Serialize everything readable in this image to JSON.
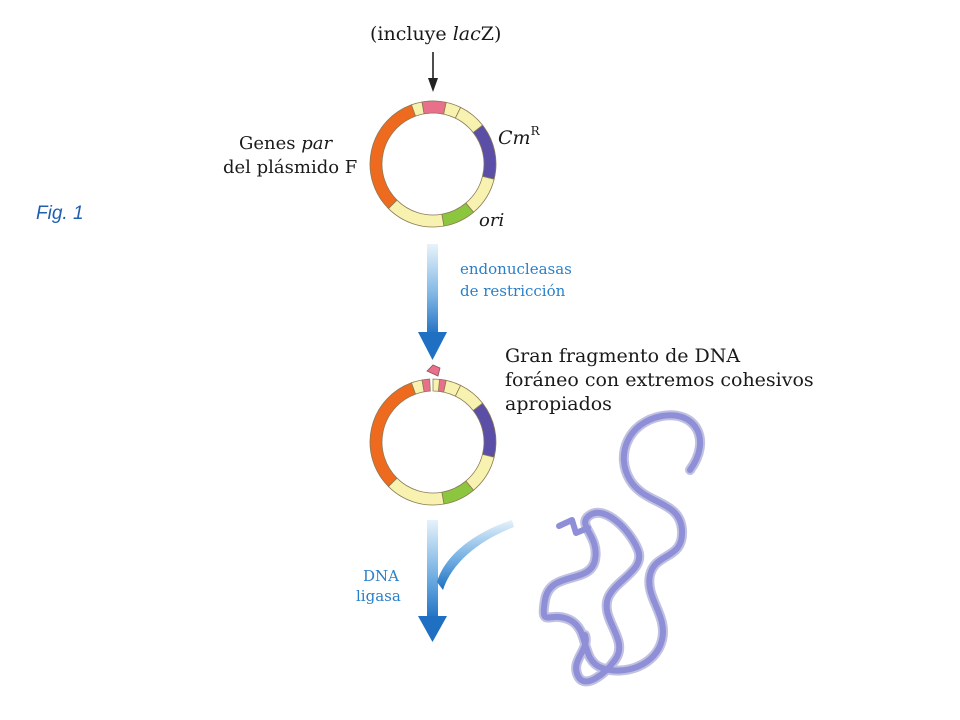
{
  "figure_label": "Fig. 1",
  "top_label": {
    "prefix": "(incluye ",
    "gene": "lac",
    "gene_suffix": "Z",
    "close": ")"
  },
  "plasmid_labels": {
    "par_line1_a": "Genes ",
    "par_line1_b": "par",
    "par_line2": "del plásmido F",
    "resistance_main": "Cm",
    "resistance_sup": "R",
    "origin": "ori"
  },
  "step1": {
    "line1": "endonucleasas",
    "line2": "de restricción"
  },
  "fragment_label": {
    "line1": "Gran fragmento de DNA",
    "line2": "foráneo con extremos cohesivos",
    "line3": "apropiados"
  },
  "step2": {
    "line1": "DNA",
    "line2": "ligasa"
  },
  "colors": {
    "orange_segment": "#ee6a1f",
    "pink_segment": "#e8708a",
    "yellow_segment": "#f8f2b0",
    "purple_segment": "#5b4ea6",
    "green_segment": "#8cc63f",
    "arrow_blue": "#2a7fc9",
    "dna_strand": "#8f8fd8"
  }
}
